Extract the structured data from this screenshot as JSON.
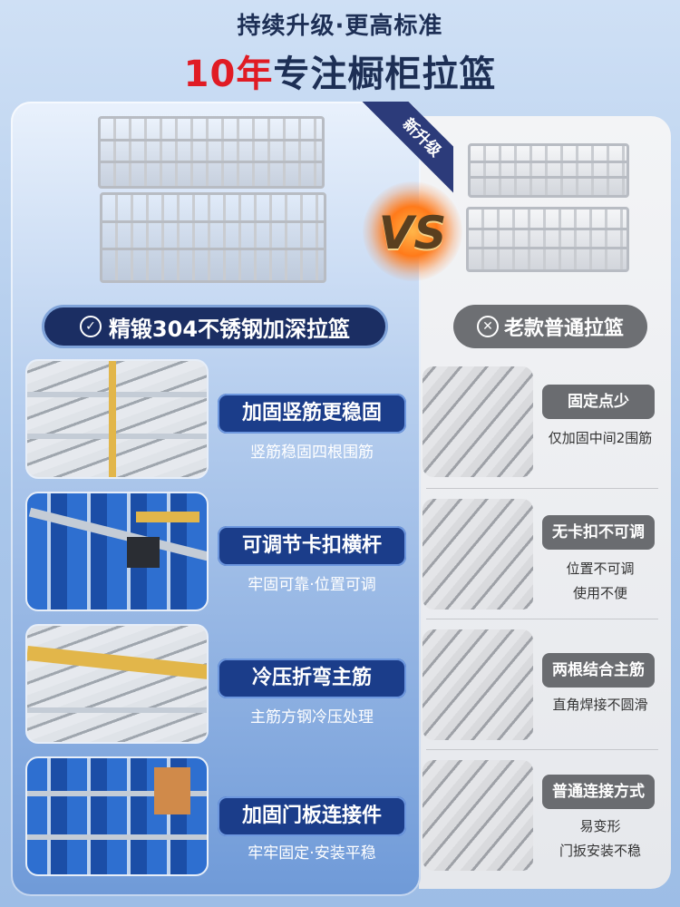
{
  "header": {
    "subtitle": "持续升级·更高标准",
    "title_accent": "10年",
    "title_rest": "专注橱柜拉篮"
  },
  "ribbon": "新升级",
  "vs": "VS",
  "compare": {
    "new_label": "精锻304不锈钢加深拉篮",
    "old_label": "老款普通拉篮"
  },
  "new_features": [
    {
      "title": "加固竖筋更稳固",
      "desc": "竖筋稳固四根围筋"
    },
    {
      "title": "可调节卡扣横杆",
      "desc": "牢固可靠·位置可调"
    },
    {
      "title": "冷压折弯主筋",
      "desc": "主筋方钢冷压处理"
    },
    {
      "title": "加固门板连接件",
      "desc": "牢牢固定·安装平稳"
    }
  ],
  "old_features": [
    {
      "title": "固定点少",
      "desc1": "仅加固中间2围筋",
      "desc2": ""
    },
    {
      "title": "无卡扣不可调",
      "desc1": "位置不可调",
      "desc2": "使用不便"
    },
    {
      "title": "两根结合主筋",
      "desc1": "直角焊接不圆滑",
      "desc2": ""
    },
    {
      "title": "普通连接方式",
      "desc1": "易变形",
      "desc2": "门扳安装不稳"
    }
  ],
  "icons": {
    "new_check": "check-circle-icon",
    "old_cross": "x-circle-icon"
  },
  "colors": {
    "title_dark": "#1d2f55",
    "accent_red": "#e01b24",
    "pill_blue": "#1b3d8a",
    "pill_gray": "#6a6c70"
  }
}
